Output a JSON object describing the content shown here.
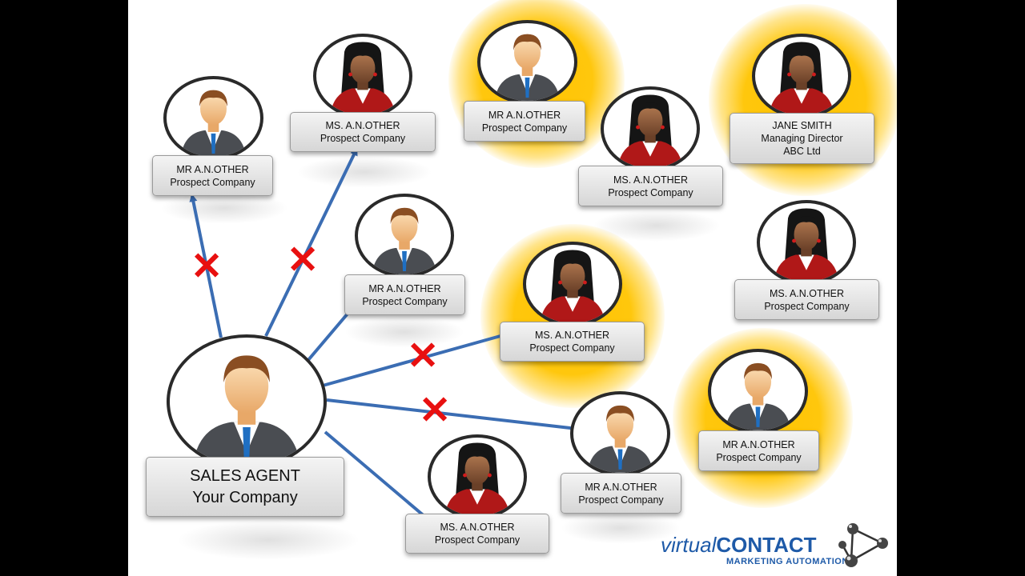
{
  "colors": {
    "arrow": "#3b6db3",
    "halo": "#ffc400",
    "reject": "#e81010",
    "brand": "#1e5aa8"
  },
  "icons": {
    "male": "male-person-icon",
    "female": "female-person-icon",
    "reject": "red-x-icon",
    "logo": "molecule-logo-icon"
  },
  "agent": {
    "line1": "SALES AGENT",
    "line2": "Your Company"
  },
  "contacts": [
    {
      "id": "c1",
      "line1": "MR A.N.OTHER",
      "line2": "Prospect Company",
      "gender": "male",
      "highlighted": false
    },
    {
      "id": "c2",
      "line1": "MS. A.N.OTHER",
      "line2": "Prospect Company",
      "gender": "female",
      "highlighted": false
    },
    {
      "id": "c3",
      "line1": "MR A.N.OTHER",
      "line2": "Prospect Company",
      "gender": "male",
      "highlighted": true
    },
    {
      "id": "c4",
      "line1": "MS. A.N.OTHER",
      "line2": "Prospect Company",
      "gender": "female",
      "highlighted": false
    },
    {
      "id": "c5",
      "line1": "JANE SMITH",
      "line2": "Managing Director",
      "line3": "ABC Ltd",
      "gender": "female",
      "highlighted": true
    },
    {
      "id": "c6",
      "line1": "MR A.N.OTHER",
      "line2": "Prospect Company",
      "gender": "male",
      "highlighted": false
    },
    {
      "id": "c7",
      "line1": "MS. A.N.OTHER",
      "line2": "Prospect Company",
      "gender": "female",
      "highlighted": true
    },
    {
      "id": "c8",
      "line1": "MS. A.N.OTHER",
      "line2": "Prospect Company",
      "gender": "female",
      "highlighted": false
    },
    {
      "id": "c9",
      "line1": "MR A.N.OTHER",
      "line2": "Prospect Company",
      "gender": "male",
      "highlighted": true
    },
    {
      "id": "c10",
      "line1": "MR A.N.OTHER",
      "line2": "Prospect Company",
      "gender": "male",
      "highlighted": false
    },
    {
      "id": "c11",
      "line1": "MS. A.N.OTHER",
      "line2": "Prospect Company",
      "gender": "female",
      "highlighted": false
    }
  ],
  "logo": {
    "word_light": "virtual",
    "word_bold": "CONTACT",
    "tagline": "MARKETING AUTOMATION"
  }
}
